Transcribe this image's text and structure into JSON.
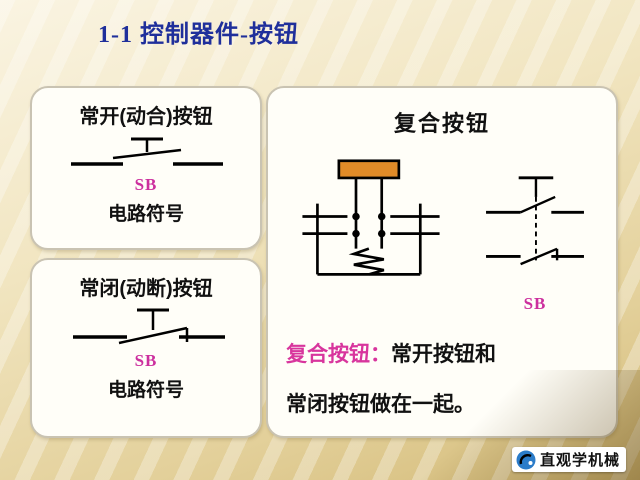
{
  "title": "1-1  控制器件-按钮",
  "no_box": {
    "heading": "常开(动合)按钮",
    "label": "SB",
    "caption": "电路符号"
  },
  "nc_box": {
    "heading": "常闭(动断)按钮",
    "label": "SB",
    "caption": "电路符号"
  },
  "compound_box": {
    "heading": "复合按钮",
    "label": "SB",
    "desc_lead": "复合按钮：",
    "desc_line1": "常开按钮和",
    "desc_line2": "常闭按钮做在一起。"
  },
  "logo": {
    "text": "直观学机械"
  },
  "colors": {
    "title_blue": "#1f2f9b",
    "accent_magenta": "#cc2f9e",
    "button_cap_orange": "#e08b28",
    "background_beige": "#efe3c0",
    "logo_blue": "#2b7cc9"
  }
}
